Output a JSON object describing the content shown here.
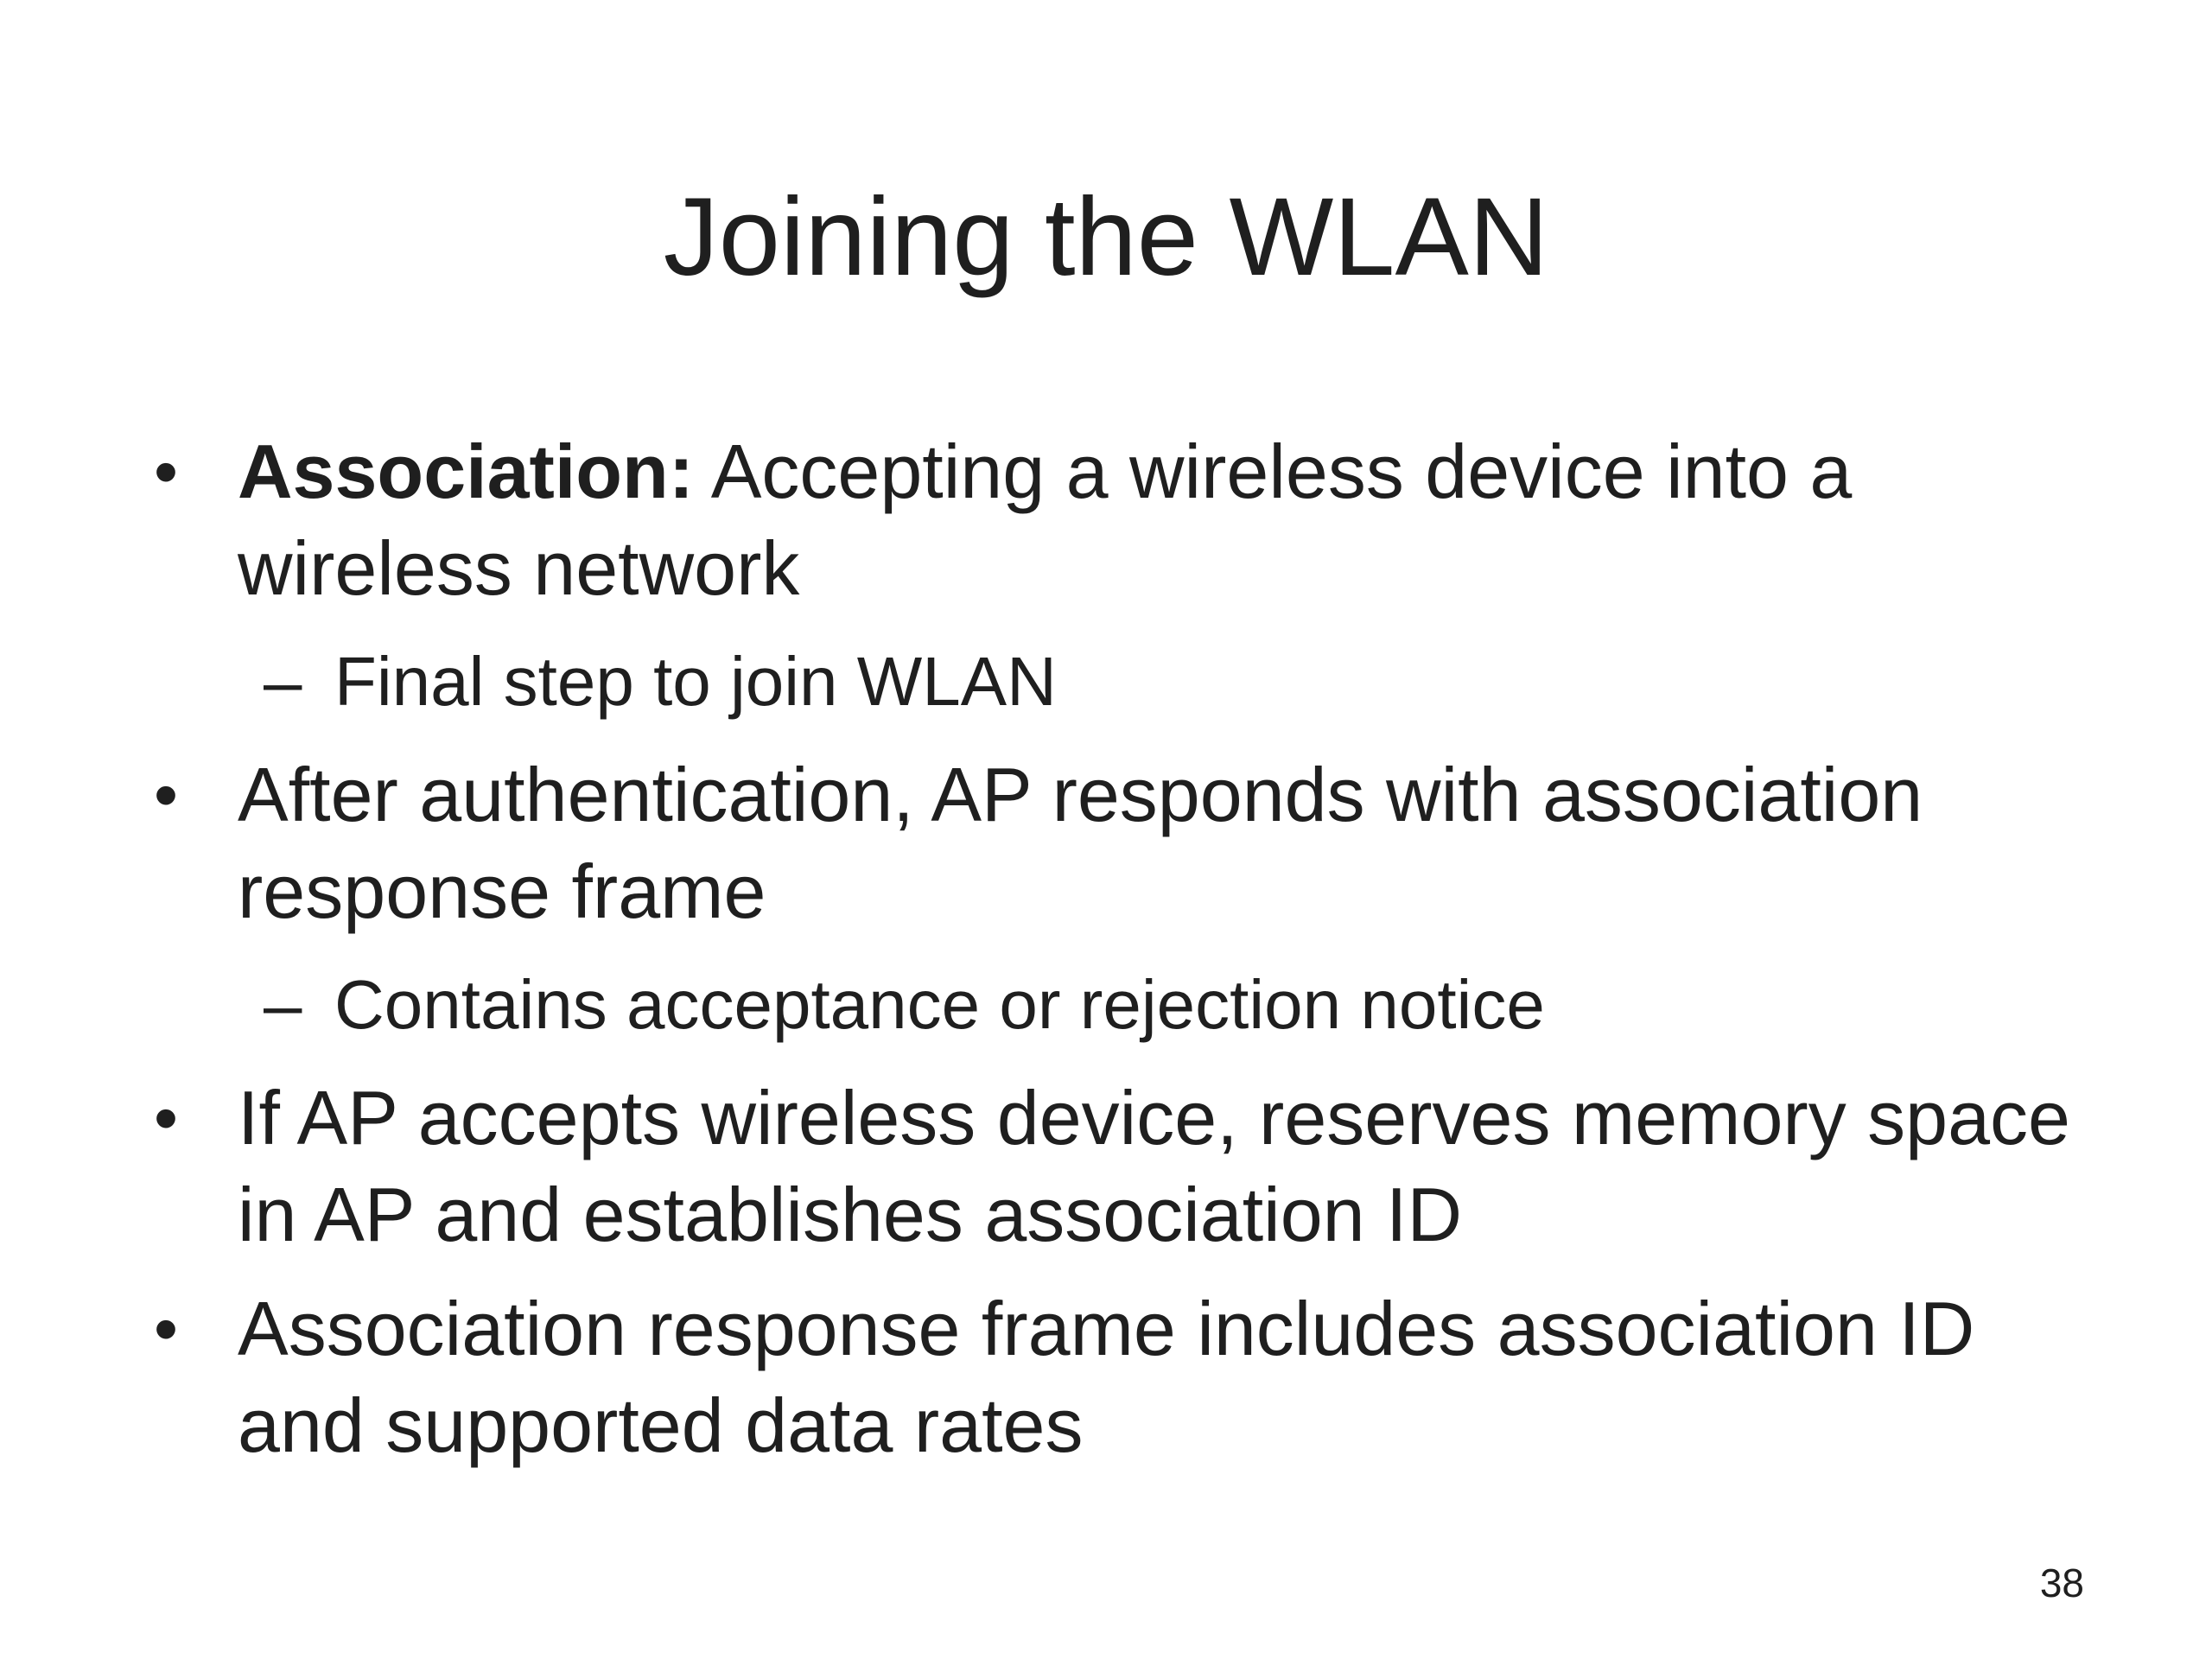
{
  "slide": {
    "title": "Joining the WLAN",
    "bullets": [
      {
        "term": "Association:",
        "text": " Accepting a wireless device into a wireless network",
        "sub": [
          "Final step to join WLAN"
        ]
      },
      {
        "term": "",
        "text": "After authentication, AP responds with association response frame",
        "sub": [
          "Contains acceptance or rejection notice"
        ]
      },
      {
        "term": "",
        "text": "If AP accepts wireless device, reserves memory space in AP and establishes association ID",
        "sub": []
      },
      {
        "term": "",
        "text": "Association response frame includes association ID and supported data rates",
        "sub": []
      }
    ],
    "bullet_glyph": "•",
    "sub_glyph": "–",
    "page_number": "38"
  }
}
